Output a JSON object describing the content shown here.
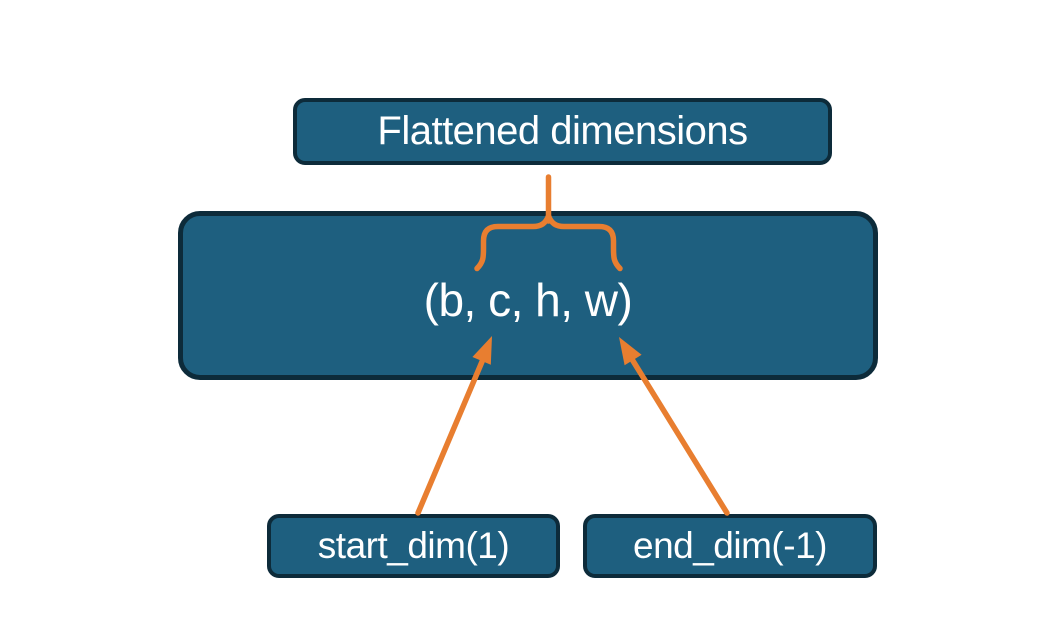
{
  "colors": {
    "background": "#ffffff",
    "box_fill": "#1E5F7F",
    "box_border": "#0D2B3A",
    "accent_orange": "#E87E30",
    "text": "#ffffff"
  },
  "diagram": {
    "top_box_label": "Flattened dimensions",
    "main_box_label": "(b, c, h, w)",
    "bottom_left_label": "start_dim(1)",
    "bottom_right_label": "end_dim(-1)",
    "connectors": [
      {
        "name": "stem-line",
        "type": "vertical-line",
        "from": "top-box",
        "to": "span-brace"
      },
      {
        "name": "span-brace-icon",
        "type": "curly-brace-opening-down",
        "spans": "c, h, w"
      },
      {
        "name": "start-dim-arrow-icon",
        "type": "arrow-up-right",
        "from": "start_dim(1)",
        "points_at": "c"
      },
      {
        "name": "end-dim-arrow-icon",
        "type": "arrow-up-left",
        "from": "end_dim(-1)",
        "points_at": "w"
      }
    ]
  }
}
